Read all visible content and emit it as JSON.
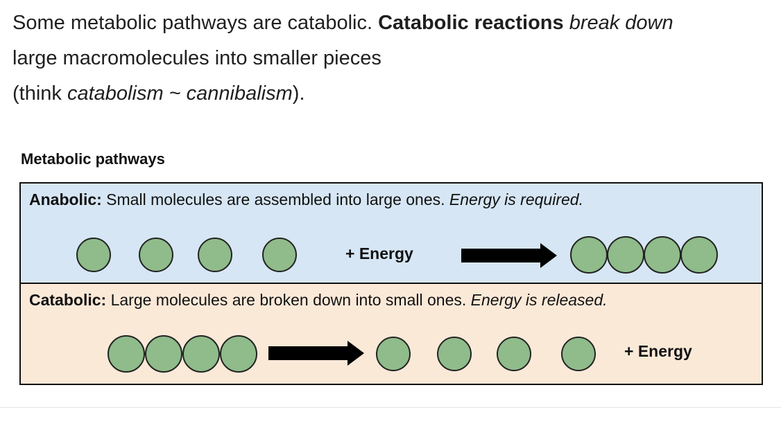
{
  "intro": {
    "part1": "Some metabolic pathways are catabolic. ",
    "bold": "Catabolic reactions",
    "part2": " ",
    "italic1": "break down",
    "part3": " large macromolecules into smaller pieces",
    "part4": "(think ",
    "italic2": "catabolism ~ cannibalism",
    "part5": ")."
  },
  "diagram": {
    "title": "Metabolic pathways",
    "anabolic": {
      "label": "Anabolic:",
      "text": " Small molecules are assembled into large ones. ",
      "italic": "Energy is required.",
      "energy": "+ Energy"
    },
    "catabolic": {
      "label": "Catabolic:",
      "text": " Large molecules are broken down into small ones. ",
      "italic": "Energy is released.",
      "energy": "+ Energy"
    },
    "colors": {
      "molecule_fill": "#8fbc8a",
      "anabolic_bg": "#d6e6f4",
      "catabolic_bg": "#fbe9d8",
      "arrow": "#000000"
    }
  }
}
